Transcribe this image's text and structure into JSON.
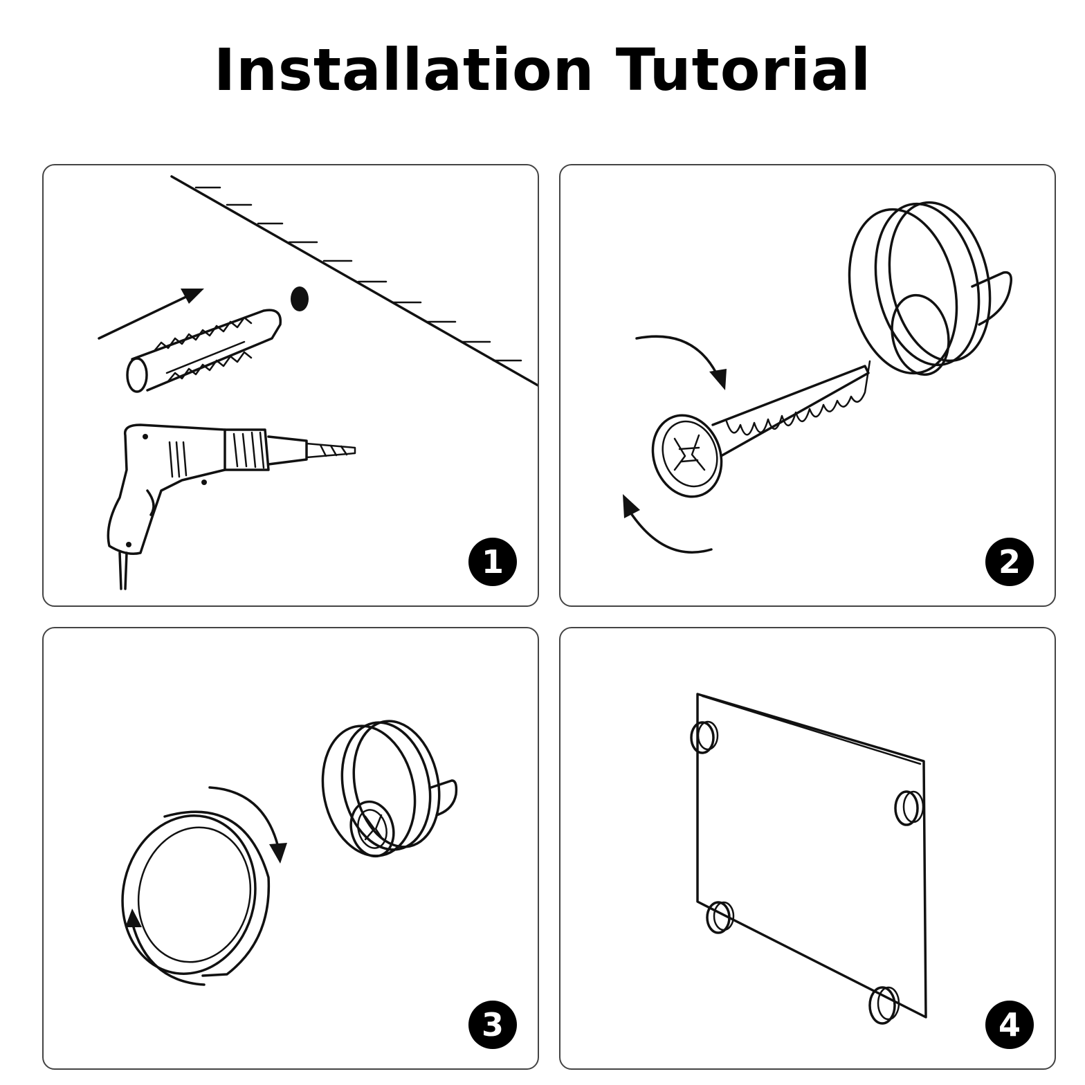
{
  "title": "Installation Tutorial",
  "steps": [
    {
      "number": "1",
      "icon": "drill-wall-plug-icon"
    },
    {
      "number": "2",
      "icon": "screw-standoff-icon"
    },
    {
      "number": "3",
      "icon": "cap-tighten-icon"
    },
    {
      "number": "4",
      "icon": "mounted-panel-icon"
    }
  ],
  "colors": {
    "ink": "#111111",
    "badge": "#000000",
    "border": "#444444"
  }
}
